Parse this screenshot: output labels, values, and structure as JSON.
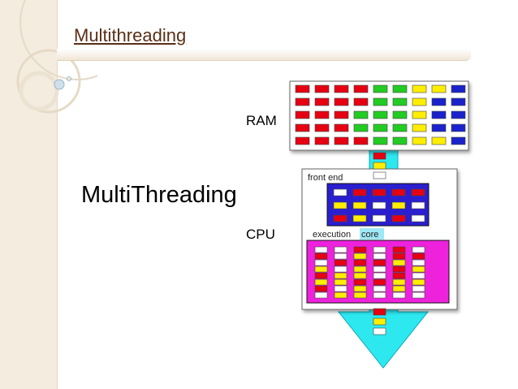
{
  "slide": {
    "title": "Multithreading",
    "subheading": "MultiThreading"
  },
  "diagram": {
    "ram_label": "RAM",
    "cpu_label": "CPU",
    "front_end_label": "front end",
    "execution_label": "execution",
    "core_label": "core",
    "colors": {
      "red": "#e60012",
      "green": "#22cc22",
      "yellow": "#ffee00",
      "blue": "#1a22cc",
      "white": "#ffffff",
      "arrow": "#2ee8f0",
      "front_end_fill": "#2a1fd0",
      "core_fill": "#ee22dd",
      "core_highlight": "#9fe8f5"
    },
    "ram_rows": [
      [
        "red",
        "red",
        "red",
        "red",
        "green",
        "green",
        "yellow",
        "yellow",
        "blue"
      ],
      [
        "red",
        "red",
        "red",
        "red",
        "green",
        "green",
        "yellow",
        "blue",
        "blue"
      ],
      [
        "red",
        "red",
        "red",
        "green",
        "green",
        "green",
        "yellow",
        "blue",
        "blue"
      ],
      [
        "red",
        "red",
        "red",
        "green",
        "green",
        "green",
        "yellow",
        "blue",
        "blue"
      ],
      [
        "red",
        "red",
        "red",
        "red",
        "green",
        "green",
        "yellow",
        "yellow",
        "blue"
      ]
    ],
    "pipe_top_slots": [
      "red",
      "yellow",
      "white"
    ],
    "pipe_bottom_slots": [
      "red",
      "yellow",
      "white"
    ],
    "front_end_rows": [
      [
        "white",
        "red",
        "red",
        "red",
        "red"
      ],
      [
        "yellow",
        "yellow",
        "white",
        "yellow",
        "white"
      ],
      [
        "red",
        "yellow",
        "white",
        "red",
        "white"
      ]
    ],
    "core_columns": [
      [
        "white",
        "red",
        "white",
        "yellow",
        "red",
        "yellow",
        "red",
        "white"
      ],
      [
        "white",
        "white",
        "red",
        "white",
        "yellow",
        "yellow",
        "white",
        "yellow"
      ],
      [
        "red",
        "yellow",
        "red",
        "yellow",
        "yellow",
        "red",
        "yellow",
        "yellow"
      ],
      [
        "white",
        "white",
        "red",
        "white",
        "white",
        "red",
        "white",
        "white"
      ],
      [
        "red",
        "red",
        "yellow",
        "red",
        "red",
        "yellow",
        "yellow",
        "white"
      ],
      [
        "white",
        "red",
        "white",
        "yellow",
        "white",
        "yellow",
        "white",
        "white"
      ]
    ]
  }
}
